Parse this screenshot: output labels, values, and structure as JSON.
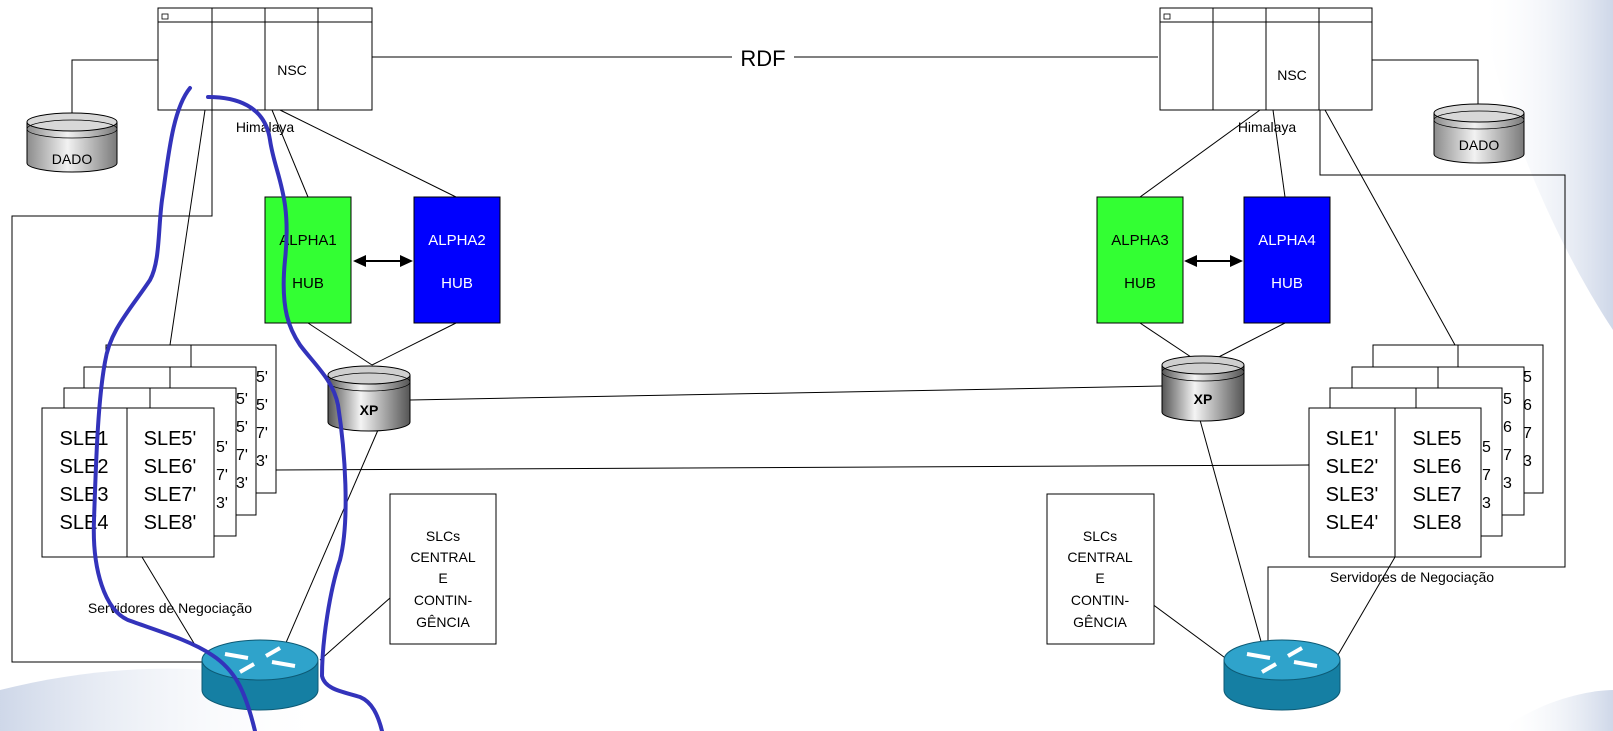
{
  "left": {
    "frame_label": "NSC",
    "frame_caption": "Himalaya",
    "disk_label": "DADO",
    "alpha_a": {
      "name": "ALPHA1",
      "sub": "HUB"
    },
    "alpha_b": {
      "name": "ALPHA2",
      "sub": "HUB"
    },
    "xp_label": "XP",
    "servers_caption": "Servidores de Negociação",
    "server_col1": [
      "SLE1",
      "SLE2",
      "SLE3",
      "SLE4"
    ],
    "server_col2": [
      "SLE5'",
      "SLE6'",
      "SLE7'",
      "SLE8'"
    ],
    "behind_fragments": [
      "5'",
      "5'",
      "7'",
      "3'",
      "5'",
      "5'",
      "7'",
      "3'",
      "5'",
      "7'",
      "3'"
    ],
    "slc_lines": [
      "SLCs",
      "CENTRAL",
      "E",
      "CONTIN-",
      "GÊNCIA"
    ]
  },
  "right": {
    "frame_label": "NSC",
    "frame_caption": "Himalaya",
    "disk_label": "DADO",
    "alpha_a": {
      "name": "ALPHA3",
      "sub": "HUB"
    },
    "alpha_b": {
      "name": "ALPHA4",
      "sub": "HUB"
    },
    "xp_label": "XP",
    "servers_caption": "Servidores de Negociação",
    "server_col1": [
      "SLE1'",
      "SLE2'",
      "SLE3'",
      "SLE4'"
    ],
    "server_col2": [
      "SLE5",
      "SLE6",
      "SLE7",
      "SLE8"
    ],
    "behind_fragments": [
      "5",
      "6",
      "7",
      "3",
      "5",
      "6",
      "7",
      "3",
      "5",
      "7",
      "3"
    ],
    "slc_lines": [
      "SLCs",
      "CENTRAL",
      "E",
      "CONTIN-",
      "GÊNCIA"
    ]
  },
  "link_label": "RDF",
  "colors": {
    "hub_green": "#33FF33",
    "hub_blue": "#0000FF",
    "router": "#1A8CB0",
    "annotation": "#3333BB"
  }
}
